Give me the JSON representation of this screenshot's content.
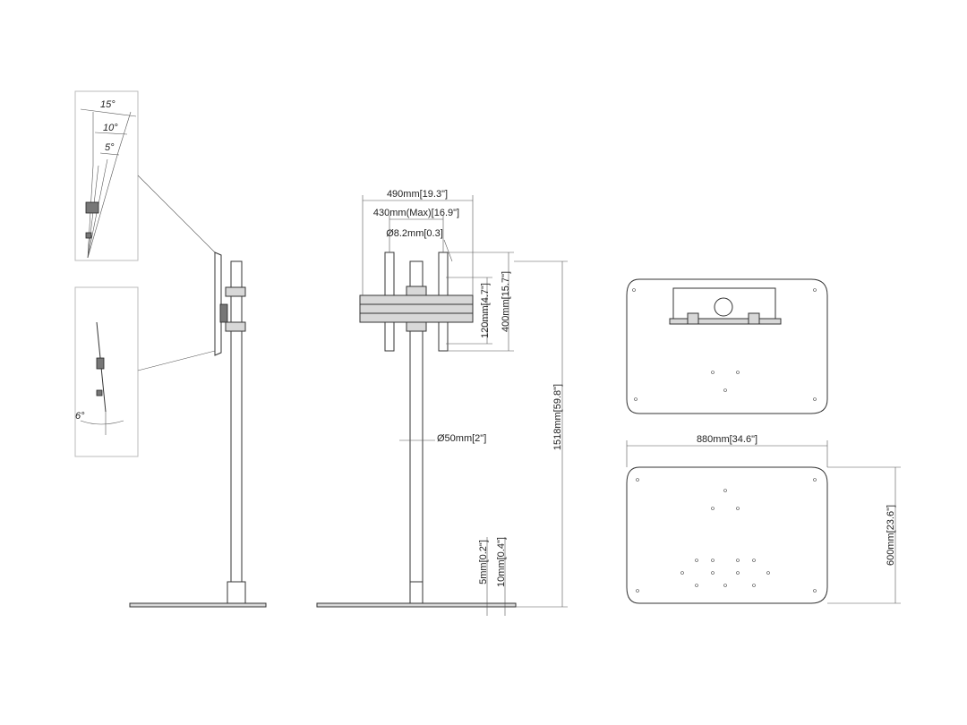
{
  "tilt_detail": {
    "angle_15": "15°",
    "angle_10": "10°",
    "angle_5": "5°",
    "angle_6": "6°"
  },
  "front_view": {
    "width_overall": "490mm[19.3\"]",
    "width_max": "430mm(Max)[16.9\"]",
    "hole_diameter": "Ø8.2mm[0.3]",
    "slot_height": "120mm[4.7\"]",
    "rail_height": "400mm[15.7\"]",
    "total_height": "1518mm[59.8\"]",
    "pole_diameter": "Ø50mm[2\"]",
    "base_thickness_1": "5mm[0.2\"]",
    "base_thickness_2": "10mm[0.4\"]"
  },
  "base_plate": {
    "width": "880mm[34.6\"]",
    "depth": "600mm[23.6\"]"
  }
}
